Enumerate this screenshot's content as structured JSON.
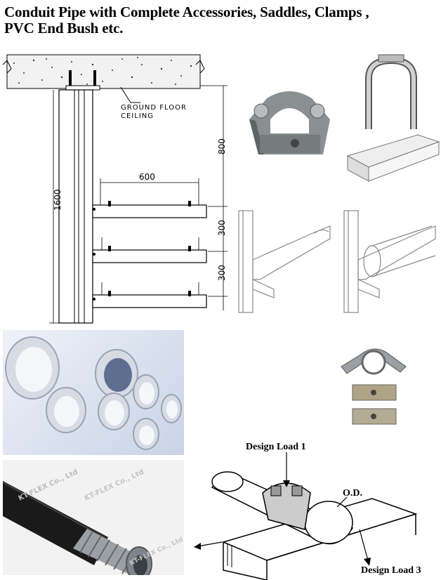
{
  "document": {
    "title_line1": "Conduit Pipe with Complete Accessories, Saddles, Clamps ,",
    "title_line2": "PVC End Bush etc."
  },
  "drawing": {
    "ceiling_label_1": "GROUND FLOOR",
    "ceiling_label_2": "CEILING",
    "dim_height": "1600",
    "dim_top": "800",
    "dim_width": "600",
    "dim_gap_1": "300",
    "dim_gap_2": "300"
  },
  "watermarks": {
    "text_1": "KT-FLEX Co., Ltd",
    "text_2": "KT-FLEX Co., Ltd",
    "text_3": "KT-FLEX Co., Ltd"
  },
  "saddle_diagram": {
    "label_load_1": "Design Load 1",
    "label_od": "O.D.",
    "label_load_3": "Design Load 3"
  }
}
